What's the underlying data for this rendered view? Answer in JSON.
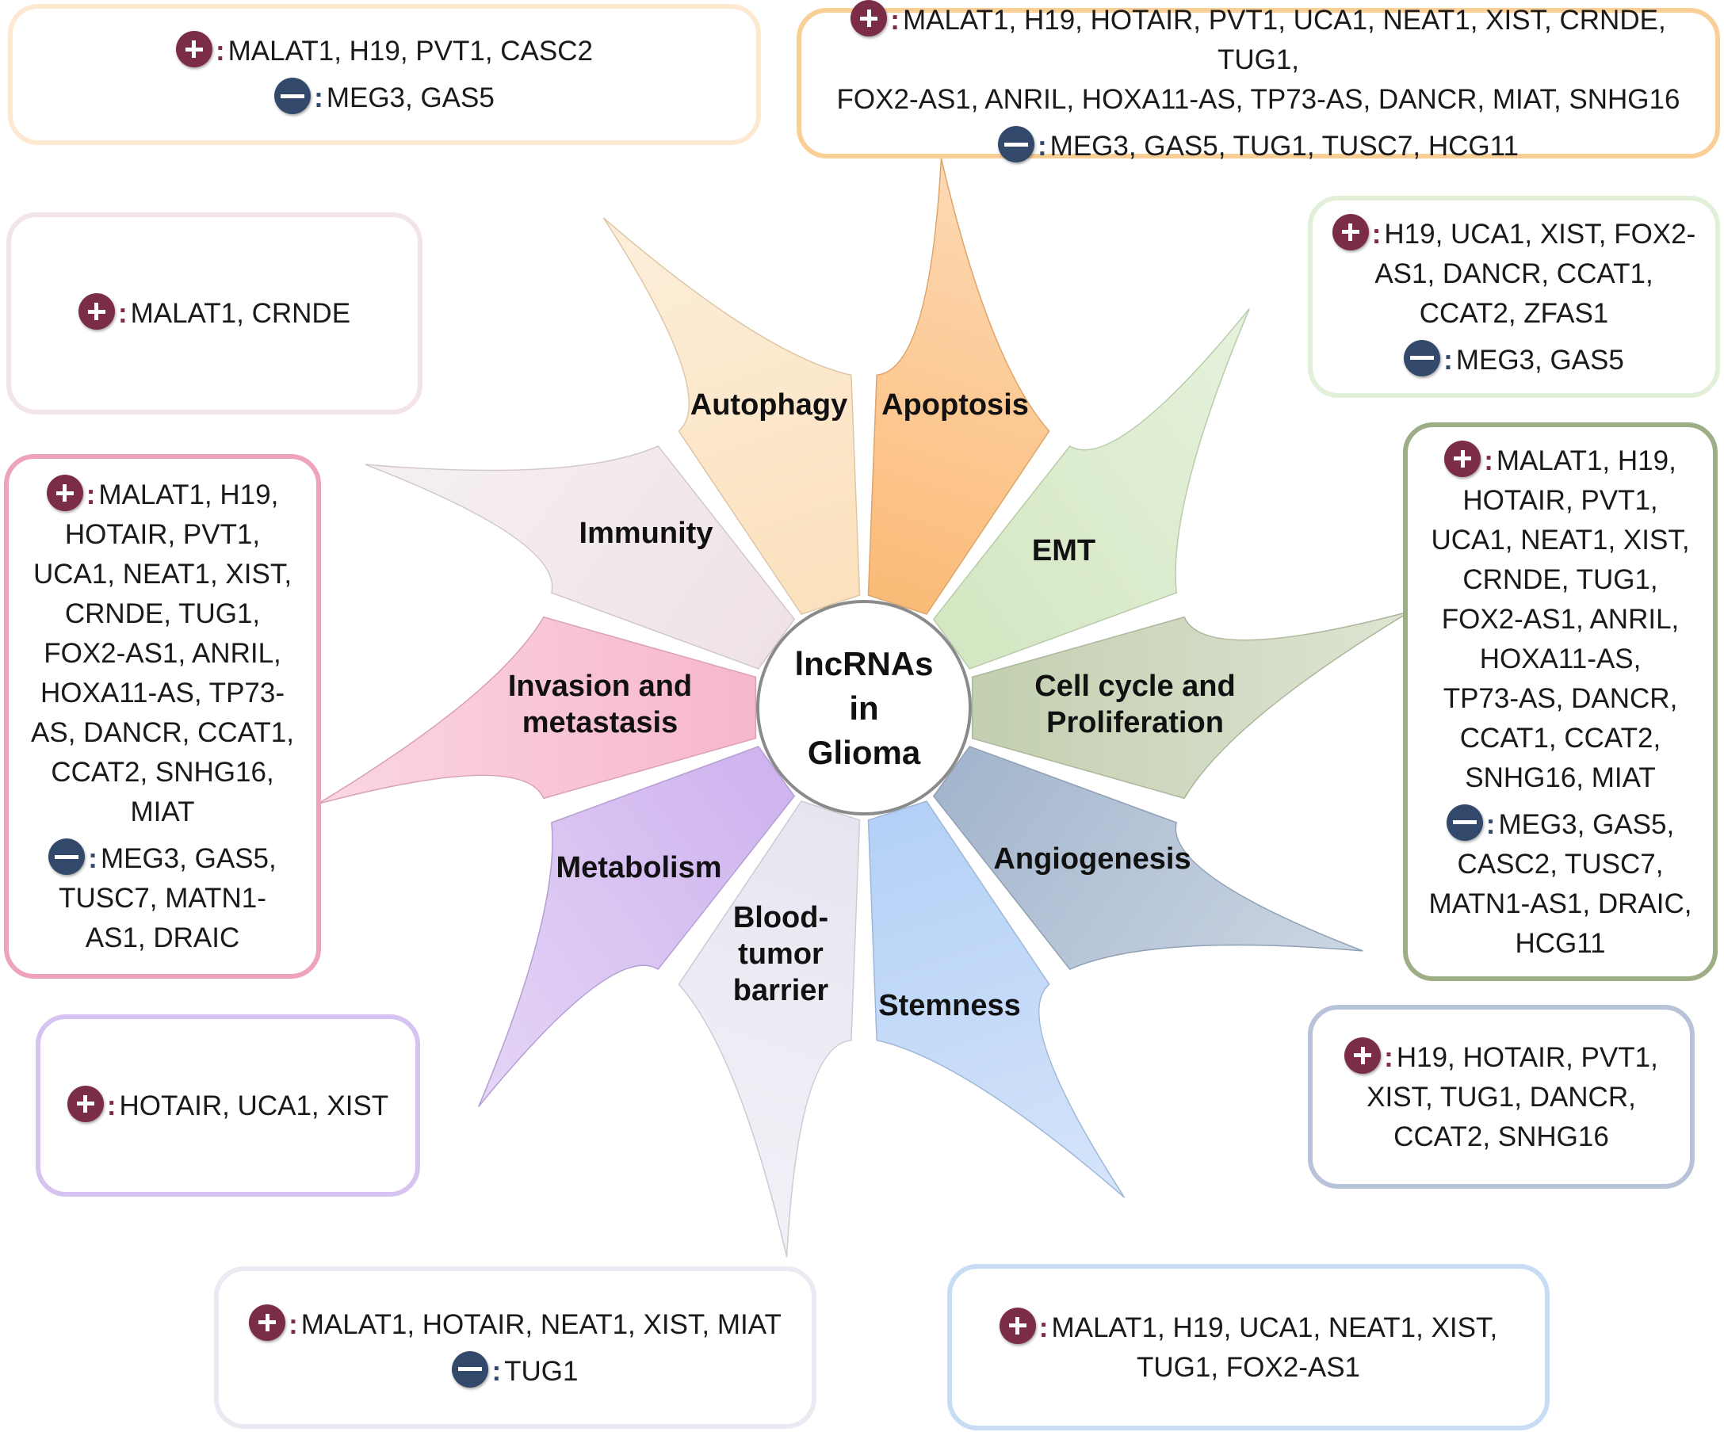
{
  "center_label": [
    "lncRNAs",
    "in",
    "Glioma"
  ],
  "petals": [
    {
      "id": "apoptosis",
      "label": [
        "Apoptosis"
      ],
      "color": "#fbbb78"
    },
    {
      "id": "emt",
      "label": [
        "EMT"
      ],
      "color": "#d3e7c2"
    },
    {
      "id": "cell-cycle",
      "label": [
        "Cell cycle and",
        "Proliferation"
      ],
      "color": "#c3cfb0"
    },
    {
      "id": "angiogenesis",
      "label": [
        "Angiogenesis"
      ],
      "color": "#a4b6cd"
    },
    {
      "id": "stemness",
      "label": [
        "Stemness"
      ],
      "color": "#b4d0f6"
    },
    {
      "id": "blood-tumor-barrier",
      "label": [
        "Blood-",
        "tumor",
        "barrier"
      ],
      "color": "#e8e5f0"
    },
    {
      "id": "metabolism",
      "label": [
        "Metabolism"
      ],
      "color": "#cfb4ef"
    },
    {
      "id": "invasion",
      "label": [
        "Invasion and",
        "metastasis"
      ],
      "color": "#f7b7cb"
    },
    {
      "id": "immunity",
      "label": [
        "Immunity"
      ],
      "color": "#efe3e8"
    },
    {
      "id": "autophagy",
      "label": [
        "Autophagy"
      ],
      "color": "#fbe1bd"
    }
  ],
  "boxes": [
    {
      "id": "autophagy",
      "border": "#fde9d2",
      "groups": [
        {
          "sign": "plus",
          "lines": [
            "MALAT1, H19, PVT1, CASC2"
          ]
        },
        {
          "sign": "minus",
          "lines": [
            "MEG3, GAS5"
          ]
        }
      ]
    },
    {
      "id": "apoptosis",
      "border": "#f9cf98",
      "groups": [
        {
          "sign": "plus",
          "lines": [
            "MALAT1, H19, HOTAIR, PVT1, UCA1, NEAT1, XIST, CRNDE, TUG1,",
            "FOX2-AS1, ANRIL, HOXA11-AS, TP73-AS, DANCR, MIAT, SNHG16"
          ]
        },
        {
          "sign": "minus",
          "lines": [
            "MEG3, GAS5, TUG1, TUSC7, HCG11"
          ]
        }
      ]
    },
    {
      "id": "immunity",
      "border": "#f3e4e9",
      "groups": [
        {
          "sign": "plus",
          "lines": [
            "MALAT1, CRNDE"
          ]
        }
      ]
    },
    {
      "id": "emt",
      "border": "#e2efd9",
      "groups": [
        {
          "sign": "plus",
          "lines": [
            "H19, UCA1, XIST, FOX2-",
            "AS1, DANCR, CCAT1,",
            "CCAT2, ZFAS1"
          ]
        },
        {
          "sign": "minus",
          "lines": [
            "MEG3, GAS5"
          ]
        }
      ]
    },
    {
      "id": "invasion",
      "border": "#efa3bb",
      "groups": [
        {
          "sign": "plus",
          "lines": [
            "MALAT1, H19,",
            "HOTAIR, PVT1,",
            "UCA1, NEAT1, XIST,",
            "CRNDE, TUG1,",
            "FOX2-AS1, ANRIL,",
            "HOXA11-AS, TP73-",
            "AS, DANCR, CCAT1,",
            "CCAT2, SNHG16,",
            "MIAT"
          ]
        },
        {
          "sign": "minus",
          "lines": [
            "MEG3, GAS5,",
            "TUSC7, MATN1-",
            "AS1, DRAIC"
          ]
        }
      ]
    },
    {
      "id": "cell-cycle",
      "border": "#9dae86",
      "groups": [
        {
          "sign": "plus",
          "lines": [
            "MALAT1, H19,",
            "HOTAIR, PVT1,",
            "UCA1, NEAT1, XIST,",
            "CRNDE, TUG1,",
            "FOX2-AS1, ANRIL,",
            "HOXA11-AS,",
            "TP73-AS, DANCR,",
            "CCAT1, CCAT2,",
            "SNHG16, MIAT"
          ]
        },
        {
          "sign": "minus",
          "lines": [
            "MEG3, GAS5,",
            "CASC2, TUSC7,",
            "MATN1-AS1, DRAIC,",
            "HCG11"
          ]
        }
      ]
    },
    {
      "id": "metabolism",
      "border": "#d6c3f1",
      "groups": [
        {
          "sign": "plus",
          "lines": [
            "HOTAIR, UCA1,  XIST"
          ]
        }
      ]
    },
    {
      "id": "angiogenesis",
      "border": "#b6c3d8",
      "groups": [
        {
          "sign": "plus",
          "lines": [
            "H19, HOTAIR, PVT1,",
            "XIST, TUG1, DANCR,",
            "CCAT2, SNHG16"
          ]
        }
      ]
    },
    {
      "id": "blood-tumor-barrier",
      "border": "#ebe9f2",
      "groups": [
        {
          "sign": "plus",
          "lines": [
            "MALAT1, HOTAIR,  NEAT1, XIST, MIAT"
          ]
        },
        {
          "sign": "minus",
          "lines": [
            "TUG1"
          ]
        }
      ]
    },
    {
      "id": "stemness",
      "border": "#c9dcf6",
      "groups": [
        {
          "sign": "plus",
          "lines": [
            "MALAT1, H19, UCA1, NEAT1,  XIST,",
            "TUG1, FOX2-AS1"
          ]
        }
      ]
    }
  ]
}
